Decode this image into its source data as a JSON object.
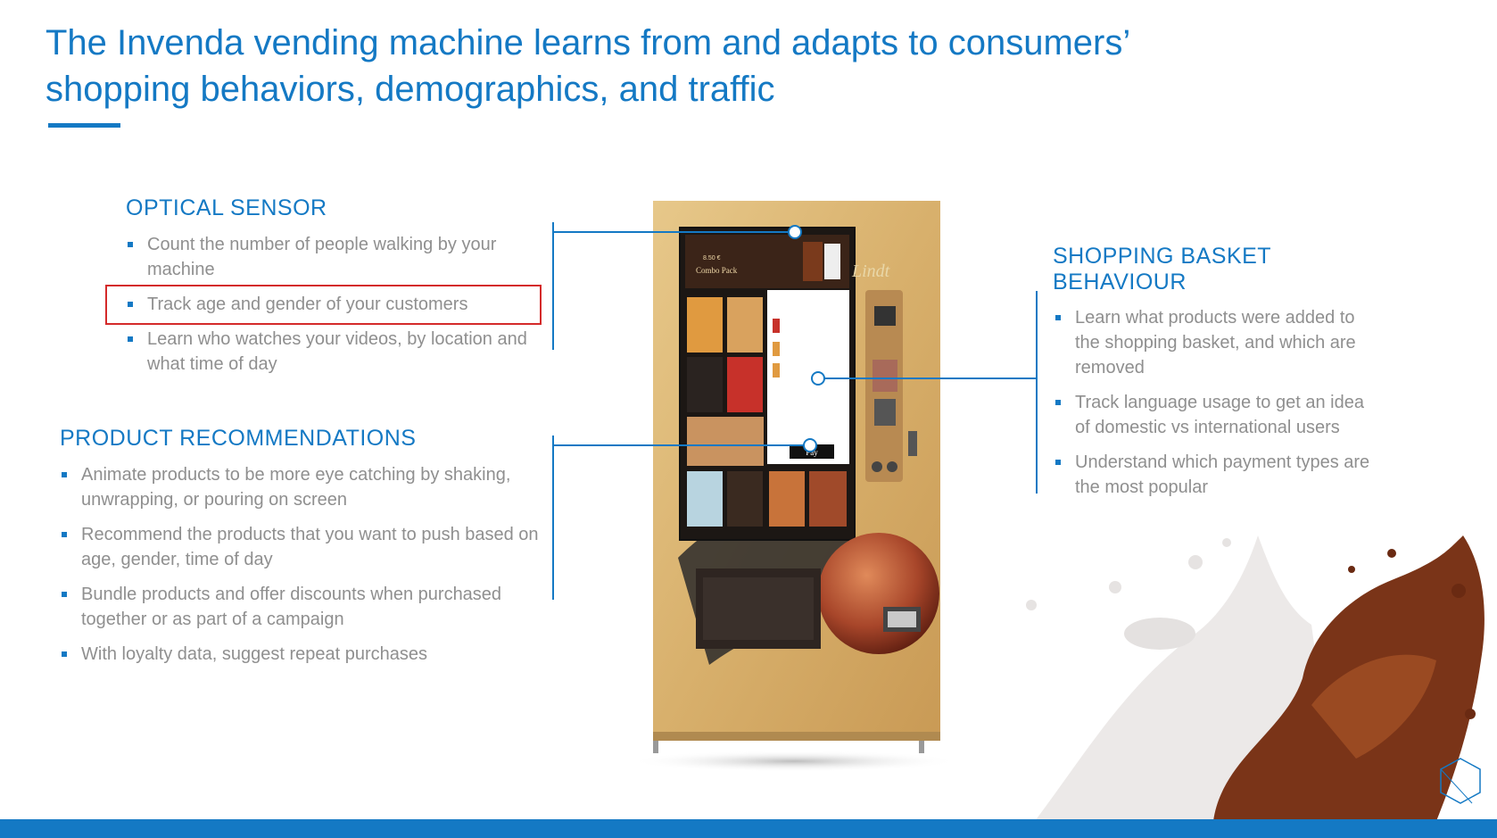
{
  "title": {
    "line1": "The Invenda vending machine learns from and adapts to consumers’",
    "line2": "shopping behaviors, demographics, and traffic"
  },
  "optical_sensor": {
    "heading": "OPTICAL SENSOR",
    "items": [
      "Count the number of people walking by your machine",
      "Track age and gender of your customers",
      "Learn who watches your videos, by location and what time of day"
    ]
  },
  "product_recommendations": {
    "heading": "PRODUCT RECOMMENDATIONS",
    "items": [
      "Animate products to be more eye catching by shaking, unwrapping, or pouring on screen",
      "Recommend the products that you want to push based on age, gender, time of day",
      "Bundle products and offer discounts when purchased together or as part of a campaign",
      "With loyalty data, suggest repeat purchases"
    ]
  },
  "shopping_basket": {
    "heading_line1": "SHOPPING BASKET",
    "heading_line2": "BEHAVIOUR",
    "items": [
      "Learn what products were added to the shopping basket, and which are removed",
      "Track language usage to get an idea of domestic vs international users",
      "Understand which payment types are the most popular"
    ]
  },
  "machine_screen": {
    "banner_label": "Combo Pack",
    "banner_price": "8.50 €",
    "brand": "Lindt",
    "pay_button": "Pay"
  },
  "colors": {
    "accent": "#1479c4",
    "highlight": "#d42a2a",
    "text": "#8f8f8f"
  }
}
